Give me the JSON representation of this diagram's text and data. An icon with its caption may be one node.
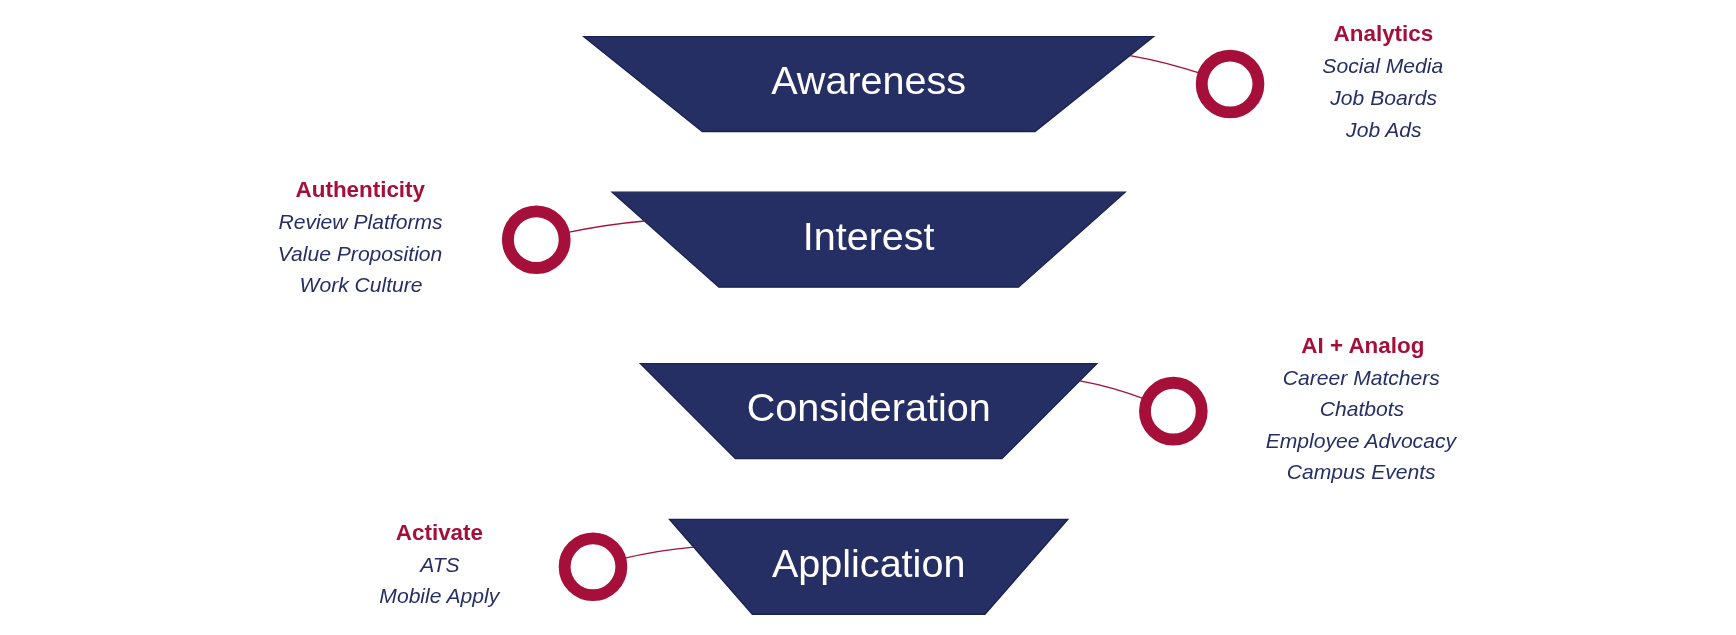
{
  "diagram": {
    "nodes": [
      {
        "text": [
          "Awareness"
        ]
      },
      {
        "text": [
          "Interest"
        ]
      },
      {
        "text": [
          "Consideration"
        ]
      },
      {
        "text": [
          "Application"
        ]
      },
      {
        "text": [],
        "shape": "circle",
        "beside": [
          "Analytics",
          "Social Media",
          "Job Boards",
          "Job Ads"
        ]
      },
      {
        "text": [],
        "shape": "circle",
        "beside": [
          "Authenticity",
          "Review Platforms",
          "Value Proposition",
          "Work Culture"
        ]
      },
      {
        "text": [],
        "shape": "circle",
        "beside": [
          "AI + Analog",
          "Career Matchers",
          "Chatbots",
          "Employee Advocacy",
          "Campus Events"
        ]
      },
      {
        "text": [],
        "shape": "circle",
        "beside": [
          "Activate",
          "ATS",
          "Mobile Apply"
        ]
      }
    ],
    "edges": [
      {
        "from": 4,
        "to": 0,
        "arrow": "none"
      },
      {
        "from": 5,
        "to": 1,
        "arrow": "none"
      },
      {
        "from": 6,
        "to": 2,
        "arrow": "none"
      },
      {
        "from": 7,
        "to": 3,
        "arrow": "none"
      }
    ]
  }
}
